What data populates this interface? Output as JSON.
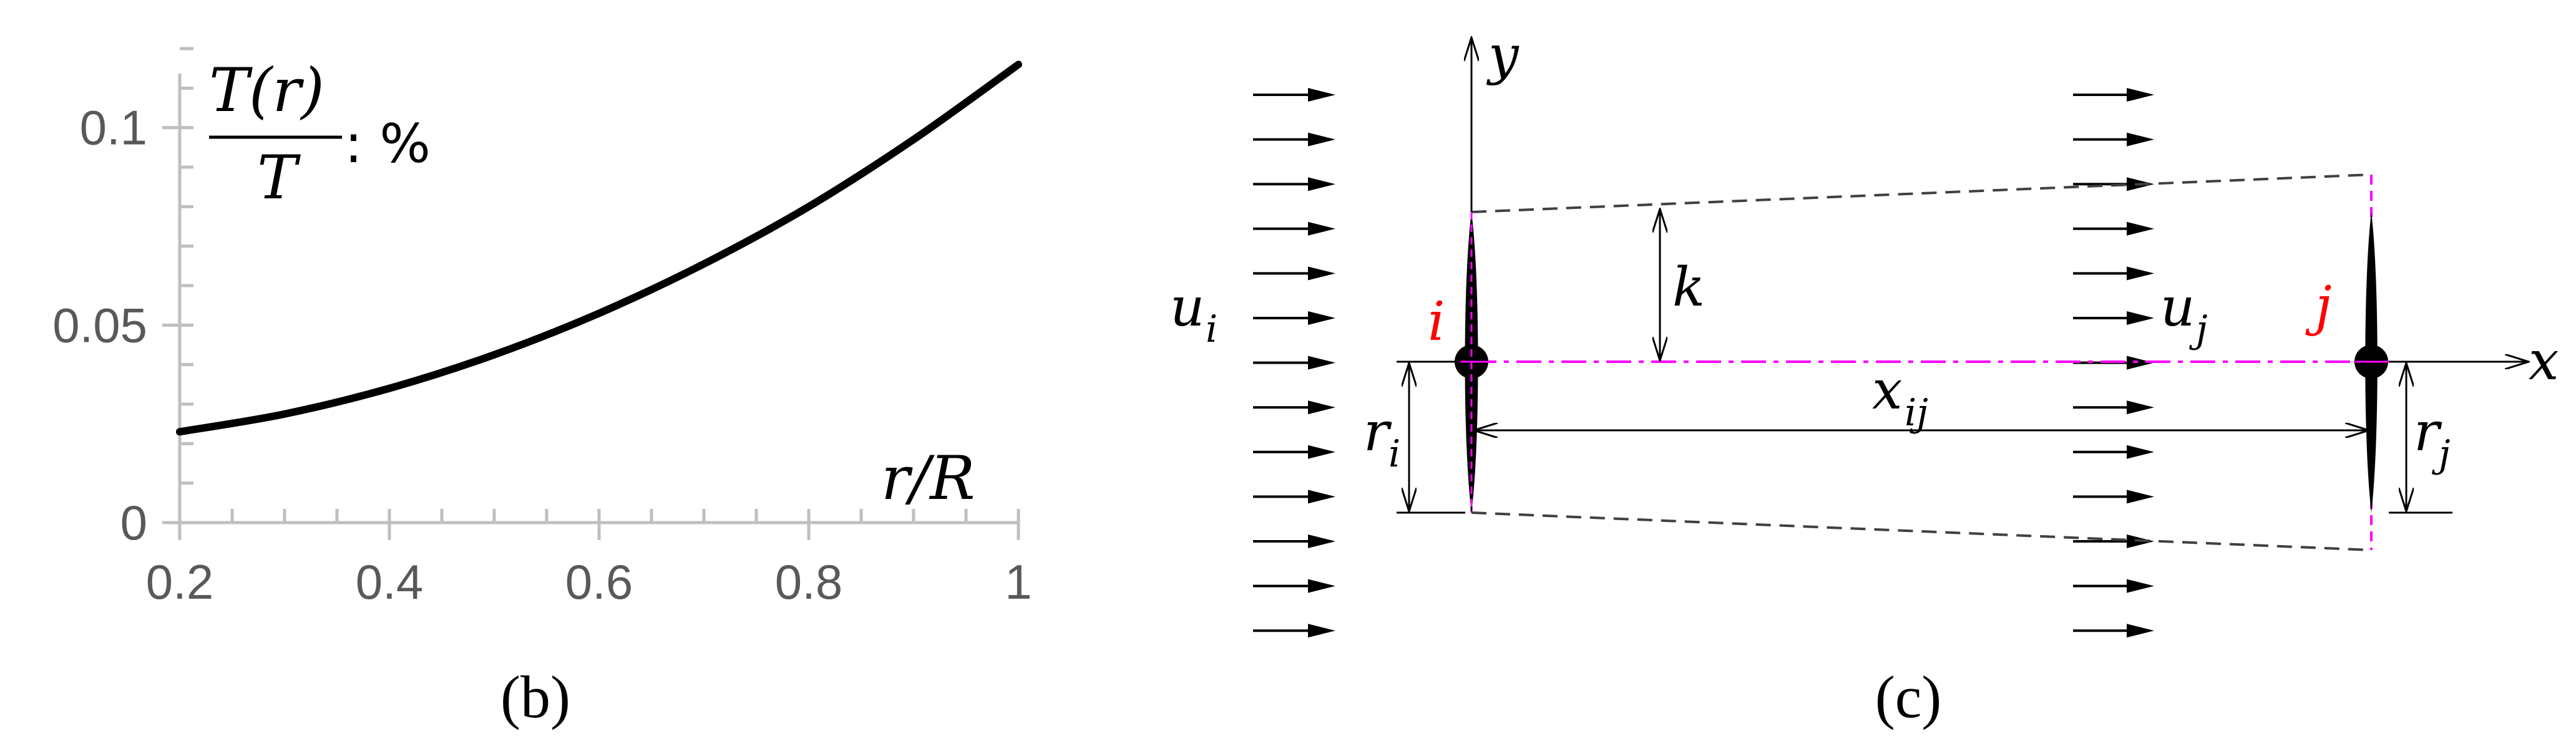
{
  "chart_data": {
    "type": "line",
    "x_tick_labels": [
      "0.2",
      "0.4",
      "0.6",
      "0.8",
      "1"
    ],
    "y_tick_labels": [
      "0",
      "0.05",
      "0.1"
    ],
    "xlim": [
      0.2,
      1.0
    ],
    "ylim": [
      0,
      0.12
    ],
    "x_minor_step": 0.05,
    "y_minor_step": 0.01,
    "grid": false,
    "series": [
      {
        "x": [
          0.2,
          0.3,
          0.4,
          0.5,
          0.6,
          0.7,
          0.8,
          0.9,
          1.0
        ],
        "y": [
          0.023,
          0.0275,
          0.034,
          0.0425,
          0.053,
          0.0655,
          0.08,
          0.097,
          0.116
        ],
        "color": "#000000"
      }
    ],
    "ylabel": {
      "numerator": "T(r)",
      "denominator": "T",
      "unit": ": %"
    },
    "xlabel": "r/R",
    "caption": "(b)"
  },
  "diagram": {
    "caption": "(c)",
    "turbine_i_label": "i",
    "turbine_j_label": "j",
    "flow_i_label": "u",
    "flow_i_sub": "i",
    "flow_j_label": "u",
    "flow_j_sub": "j",
    "axis_x_label": "x",
    "axis_y_label": "y",
    "distance_label": "x",
    "distance_sub": "ij",
    "radius_i_label": "r",
    "radius_i_sub": "i",
    "radius_j_label": "r",
    "radius_j_sub": "j",
    "expansion_label": "k",
    "turbine_label_color": "#ff0000",
    "centerline_color": "#ff00ff",
    "wake_line_color": "#404040"
  }
}
